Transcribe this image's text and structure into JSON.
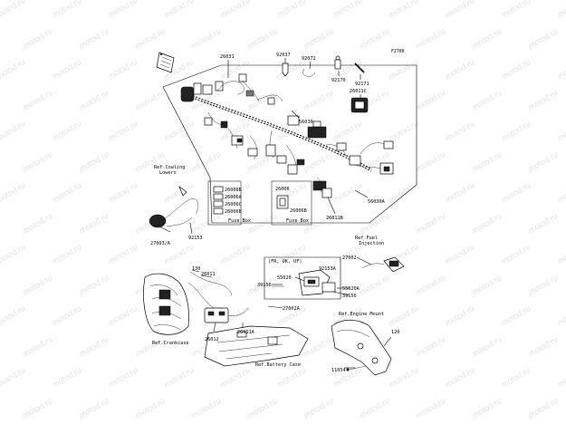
{
  "figure_code": "F2700",
  "labels": {
    "harness": "26031",
    "clip_a": "92037",
    "band": "92072",
    "relay": "92170",
    "clamp": "92171",
    "relay_assy_c": "26011C",
    "cover": "56030",
    "connector_a": "56030A",
    "relay_assy_b": "26011B",
    "fuse_box_a": "26006",
    "fuse_box_b": "26006B",
    "fuse_b_sub": "26006B",
    "fuse_a_sub": "26006A",
    "fuse_c_sub": "26006C",
    "fuse_b2_sub": "26006B",
    "fuse_box_b_inner": "26006B",
    "fuse_box_caption_a": "Fuse Box",
    "fuse_box_caption_b": "Fuse Box",
    "ref_cowling": "Ref.Cowling\nLowers",
    "sensor": "27003/A",
    "clip_b": "92153",
    "ref_fuel": "Ref.Fuel\nInjection",
    "region_variant": "(FR, UK, UF)",
    "bracket": "92153A",
    "lead_a": "27002",
    "fuse_55020": "55020",
    "fuse_55020a": "55020A",
    "pad_a": "39156",
    "pad_b": "39156",
    "lead_b": "27002A",
    "bolt_130": "130",
    "relay_26011": "26011",
    "ref_crankcase": "Ref.Crankcase",
    "battery_lead": "26012",
    "relay_26011a": "26011A",
    "ref_engine_mount": "Ref.Engine Mount",
    "bolt_120": "120",
    "ref_battery_case": "Ref.Battery Case",
    "screw": "11054"
  },
  "watermark_text": "motod.ru"
}
